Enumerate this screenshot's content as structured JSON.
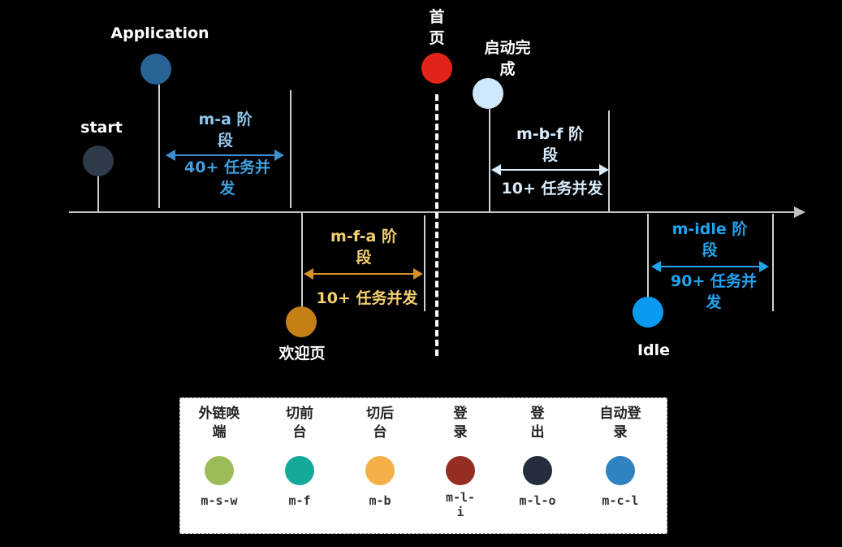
{
  "timeline": {
    "nodes": {
      "start": {
        "label": "start",
        "color": "#2e3a4a"
      },
      "application": {
        "label": "Application",
        "color": "#2a6496"
      },
      "home": {
        "label": "首\n页",
        "color": "#e2231a"
      },
      "launch_done": {
        "label": "启动完\n成",
        "color": "#cfe8fb"
      },
      "welcome": {
        "label": "欢迎页",
        "color": "#c47f15"
      },
      "idle": {
        "label": "Idle",
        "color": "#0a9bf0"
      }
    },
    "phases": {
      "m_a": {
        "title": "m-a 阶\n段",
        "desc": "40+ 任务并\n发",
        "title_color": "#8fc7ef",
        "desc_color": "#3ea0df",
        "arrow_color": "#3e8fd0"
      },
      "m_b_f": {
        "title": "m-b-f 阶\n段",
        "desc": "10+ 任务并发",
        "title_color": "#d8ecfb",
        "desc_color": "#d8ecfb",
        "arrow_color": "#d8ecfb"
      },
      "m_f_a": {
        "title": "m-f-a 阶\n段",
        "desc": "10+ 任务并发",
        "title_color": "#f4d06f",
        "desc_color": "#f4d06f",
        "arrow_color": "#d7912a"
      },
      "m_idle": {
        "title": "m-idle 阶\n段",
        "desc": "90+ 任务并\n发",
        "title_color": "#22a3f0",
        "desc_color": "#22a3f0",
        "arrow_color": "#22a3f0"
      }
    }
  },
  "legend": {
    "items": [
      {
        "title": "外链唤\n端",
        "code": "m-s-w",
        "color": "#9bbb59"
      },
      {
        "title": "切前\n台",
        "code": "m-f",
        "color": "#15a99a"
      },
      {
        "title": "切后\n台",
        "code": "m-b",
        "color": "#f4b14a"
      },
      {
        "title": "登\n录",
        "code": "m-l-\ni",
        "color": "#952d22"
      },
      {
        "title": "登\n出",
        "code": "m-l-o",
        "color": "#232d3d"
      },
      {
        "title": "自动登\n录",
        "code": "m-c-l",
        "color": "#2e83c0"
      }
    ]
  }
}
